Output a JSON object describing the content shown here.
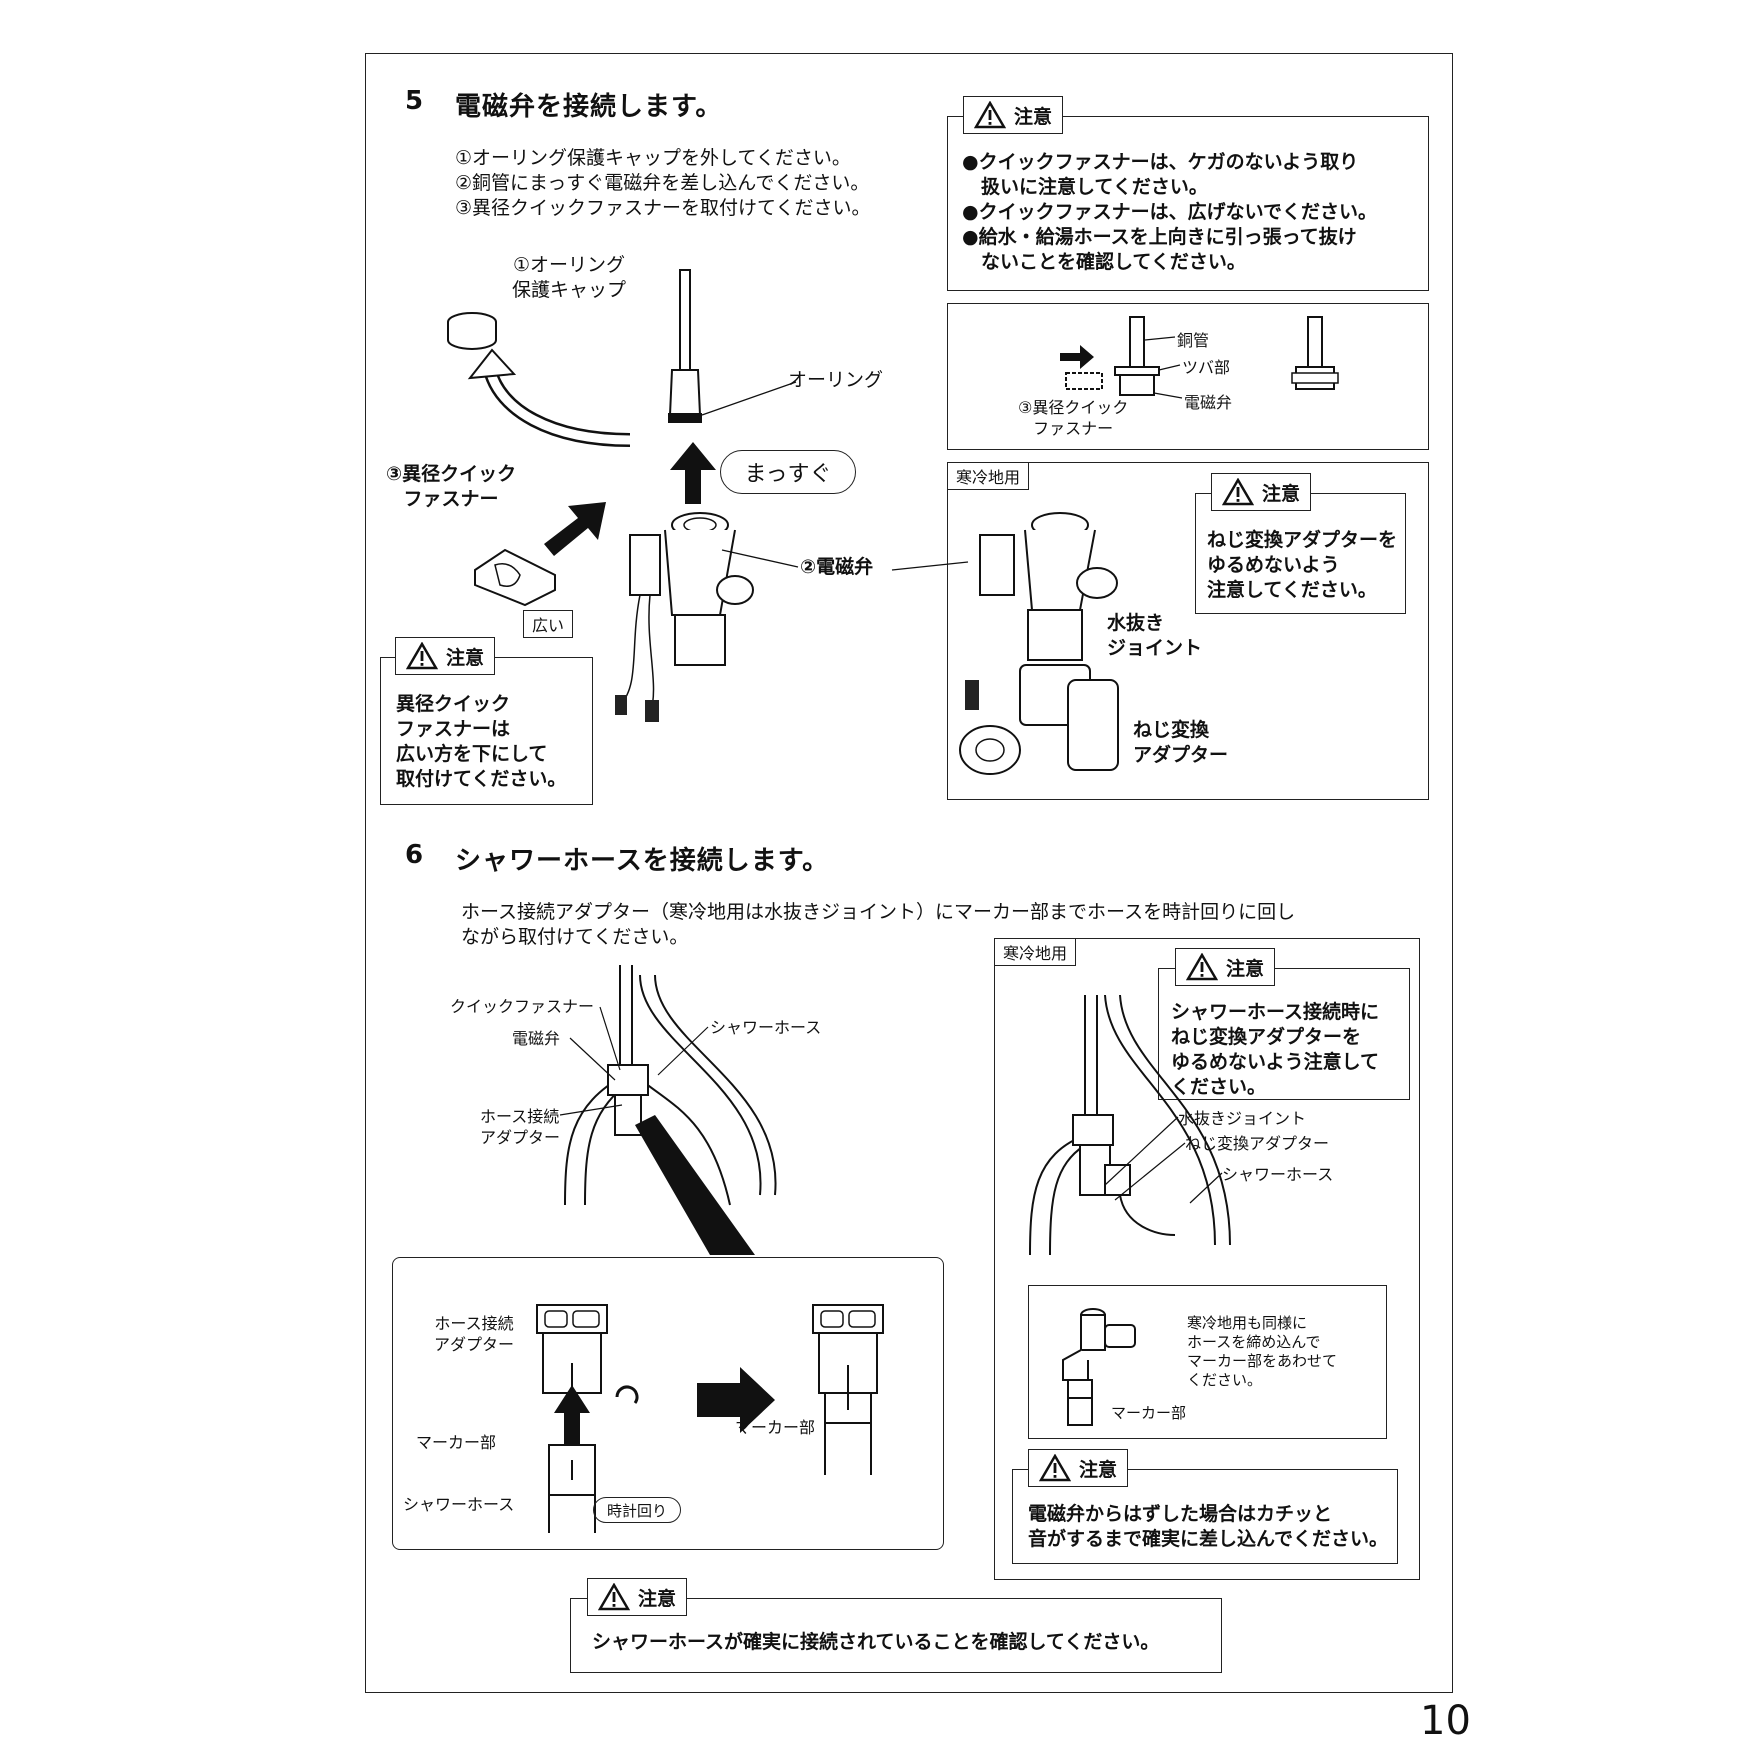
{
  "step5": {
    "number": "5",
    "title": "電磁弁を接続します。",
    "instructions": [
      "①オーリング保護キャップを外してください。",
      "②銅管にまっすぐ電磁弁を差し込んでください。",
      "③異径クイックファスナーを取付けてください。"
    ],
    "labels": {
      "cap": [
        "①オーリング",
        "保護キャップ"
      ],
      "oring": "オーリング",
      "straight": "まっすぐ",
      "fastener": [
        "③異径クイック",
        "ファスナー"
      ],
      "valve": "②電磁弁",
      "wide": "広い"
    },
    "caution_main": {
      "tag": "注意",
      "lines": [
        "●クイックファスナーは、ケガのないよう取り",
        "　扱いに注意してください。",
        "●クイックファスナーは、広げないでください。",
        "●給水・給湯ホースを上向きに引っ張って抜け",
        "　ないことを確認してください。"
      ]
    },
    "detail": {
      "copper": "銅管",
      "flange": "ツバ部",
      "fastener": [
        "③異径クイック",
        "ファスナー"
      ],
      "valve": "電磁弁"
    },
    "caution_fastener": {
      "tag": "注意",
      "lines": [
        "異径クイック",
        "ファスナーは",
        "広い方を下にして",
        "取付けてください。"
      ]
    },
    "cold": {
      "tag": "寒冷地用",
      "caution_tag": "注意",
      "caution_lines": [
        "ねじ変換アダプターを",
        "ゆるめないよう",
        "注意してください。"
      ],
      "drain": [
        "水抜き",
        "ジョイント"
      ],
      "adapter": [
        "ねじ変換",
        "アダプター"
      ]
    }
  },
  "step6": {
    "number": "6",
    "title": "シャワーホースを接続します。",
    "description": [
      "ホース接続アダプター（寒冷地用は水抜きジョイント）にマーカー部までホースを時計回りに回し",
      "ながら取付けてください。"
    ],
    "labels": {
      "quick": "クイックファスナー",
      "valve": "電磁弁",
      "hose": "シャワーホース",
      "adapter": [
        "ホース接続",
        "アダプター"
      ]
    },
    "detail": {
      "adapter": [
        "ホース接続",
        "アダプター"
      ],
      "marker": "マーカー部",
      "hose": "シャワーホース",
      "clockwise": "時計回り",
      "marker_after": "マーカー部"
    },
    "cold": {
      "tag": "寒冷地用",
      "caution_tag": "注意",
      "caution_lines": [
        "シャワーホース接続時に",
        "ねじ変換アダプターを",
        "ゆるめないよう注意して",
        "ください。"
      ],
      "drain": "水抜きジョイント",
      "adapter": "ねじ変換アダプター",
      "hose": "シャワーホース",
      "note": [
        "寒冷地用も同様に",
        "ホースを締め込んで",
        "マーカー部をあわせて",
        "ください。"
      ],
      "marker": "マーカー部",
      "caution2_tag": "注意",
      "caution2_lines": [
        "電磁弁からはずした場合はカチッと",
        "音がするまで確実に差し込んでください。"
      ]
    },
    "caution_bottom": {
      "tag": "注意",
      "text": "シャワーホースが確実に接続されていることを確認してください。"
    }
  },
  "page_number": "10"
}
